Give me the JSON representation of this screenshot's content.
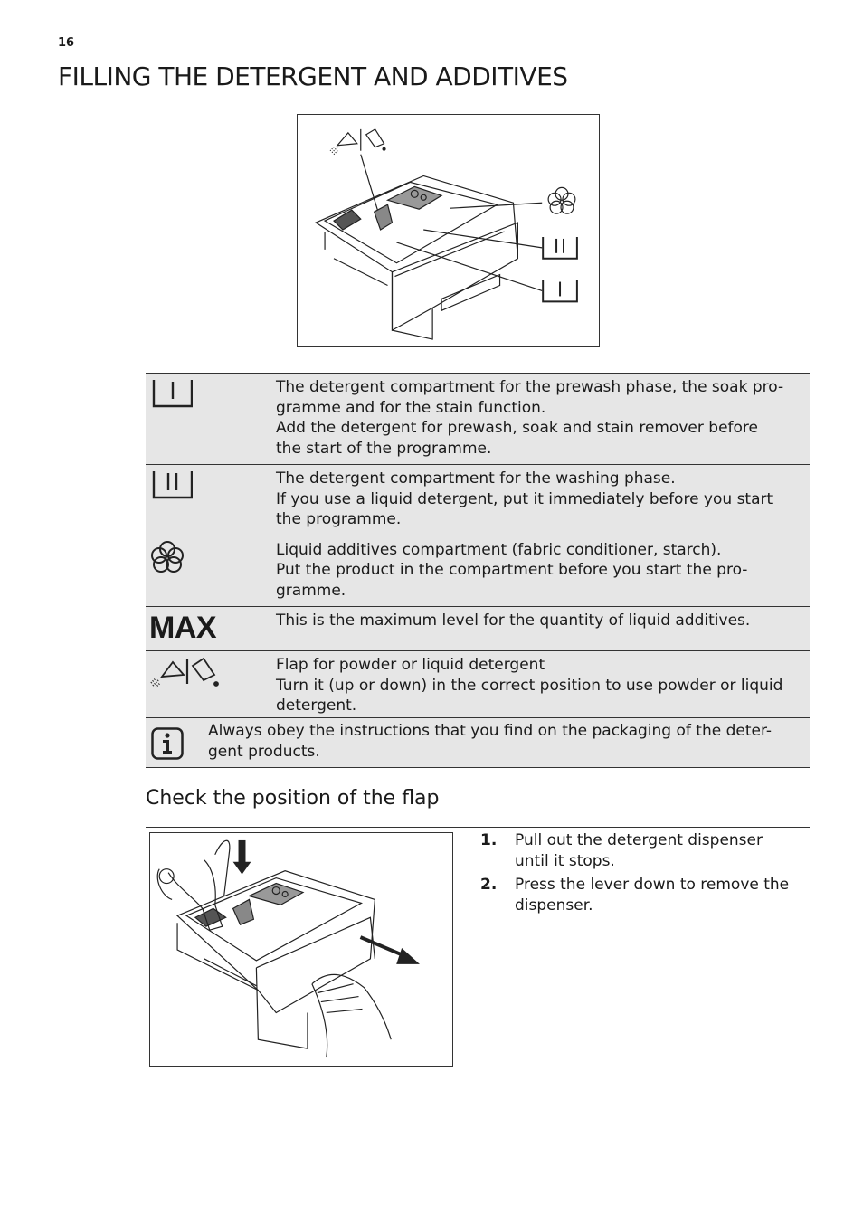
{
  "page": {
    "number": "16",
    "title": "FILLING THE DETERGENT AND ADDITIVES"
  },
  "legend": [
    {
      "symbol": "prewash-compartment-icon",
      "lines": [
        "The detergent compartment for the prewash phase, the soak pro-",
        "gramme and for the stain function.",
        "Add the detergent for prewash, soak and stain remover before",
        "the start of the programme."
      ]
    },
    {
      "symbol": "wash-compartment-icon",
      "lines": [
        "The detergent compartment for the washing phase.",
        "If you use a liquid detergent, put it immediately before you start",
        "the programme."
      ]
    },
    {
      "symbol": "flower-additive-icon",
      "lines": [
        "Liquid additives compartment (fabric conditioner, starch).",
        "Put the product in the compartment before you start the pro-",
        "gramme."
      ]
    },
    {
      "symbol_text": "MAX",
      "lines": [
        "This is the maximum level for the quantity of liquid additives."
      ]
    },
    {
      "symbol": "powder-liquid-flap-icon",
      "lines": [
        "Flap for powder or liquid detergent",
        "Turn it (up or down) in the correct position to use powder or liquid",
        "detergent."
      ]
    }
  ],
  "note": {
    "icon": "info-icon",
    "lines": [
      "Always obey the instructions that you find on the packaging of the deter-",
      "gent products."
    ]
  },
  "section": {
    "heading": "Check the position of the flap"
  },
  "steps": [
    {
      "num": "1.",
      "lines": [
        "Pull out the detergent dispenser",
        "until it stops."
      ]
    },
    {
      "num": "2.",
      "lines": [
        "Press the lever down to remove the",
        "dispenser."
      ]
    }
  ]
}
